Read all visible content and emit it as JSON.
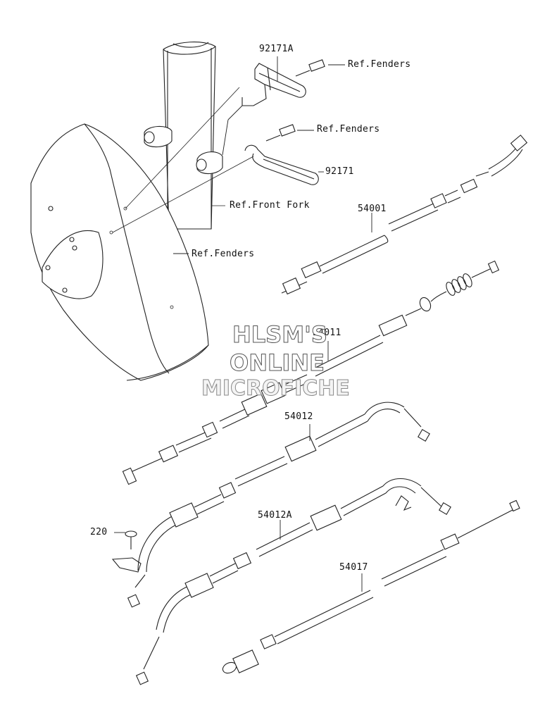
{
  "labels": {
    "p92171A": "92171A",
    "ref_fenders_1": "Ref.Fenders",
    "ref_fenders_2": "Ref.Fenders",
    "p92171": "92171",
    "ref_front_fork": "Ref.Front Fork",
    "p54001": "54001",
    "ref_fenders_3": "Ref.Fenders",
    "p54011": "54011",
    "p54012": "54012",
    "p54012A": "54012A",
    "p220": "220",
    "p54017": "54017"
  },
  "watermark": {
    "line1": "HLSM'S",
    "line2": "ONLINE",
    "line3": "MICROFICHE"
  }
}
